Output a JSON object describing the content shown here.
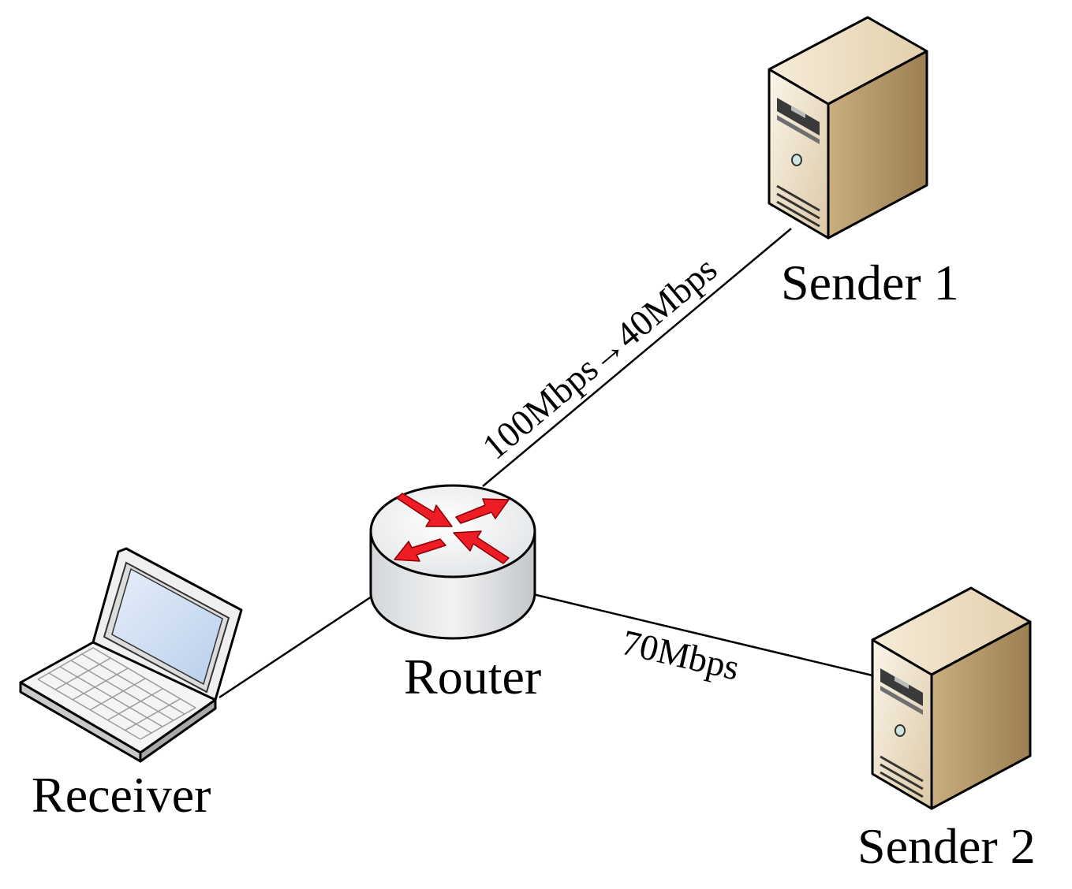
{
  "nodes": {
    "receiver": {
      "label": "Receiver",
      "icon": "laptop-icon"
    },
    "router": {
      "label": "Router",
      "icon": "router-icon"
    },
    "sender1": {
      "label": "Sender 1",
      "icon": "server-icon"
    },
    "sender2": {
      "label": "Sender 2",
      "icon": "server-icon"
    }
  },
  "links": {
    "router_sender1": {
      "label": "100Mbps→40Mbps"
    },
    "router_sender2": {
      "label": "70Mbps"
    }
  },
  "colors": {
    "server_front": "#f2e6cf",
    "server_side": "#b89a6a",
    "router_arrows": "#ee1c24",
    "laptop_screen": "#cfe0f4"
  }
}
